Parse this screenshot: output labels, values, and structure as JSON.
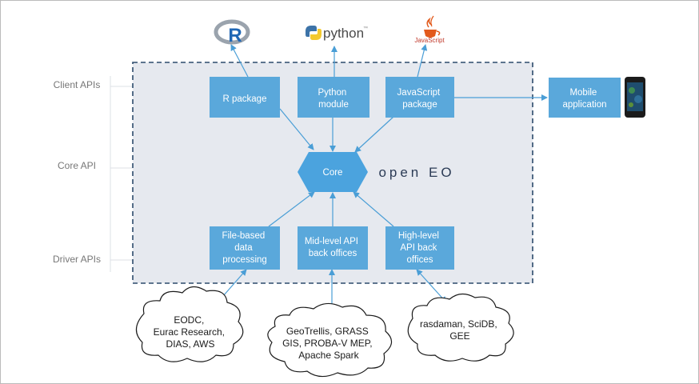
{
  "layers": {
    "client": "Client APIs",
    "core": "Core API",
    "driver": "Driver APIs"
  },
  "brand": "open EO",
  "logos": {
    "r": "R",
    "python": "python",
    "javascript": "JavaScript"
  },
  "boxes": {
    "r_package": [
      "R package"
    ],
    "python_module": [
      "Python",
      "module"
    ],
    "js_package": [
      "JavaScript",
      "package"
    ],
    "mobile": [
      "Mobile",
      "application"
    ],
    "core": [
      "Core"
    ],
    "file_based": [
      "File-based",
      "data",
      "processing"
    ],
    "mid_level": [
      "Mid-level API",
      "back offices"
    ],
    "high_level": [
      "High-level",
      "API back",
      "offices"
    ]
  },
  "clouds": {
    "eodc": [
      "EODC,",
      "Eurac Research,",
      "DIAS, AWS"
    ],
    "geotrellis": [
      "GeoTrellis, GRASS",
      "GIS, PROBA-V MEP,",
      "Apache Spark"
    ],
    "rasdaman": [
      "rasdaman, SciDB,",
      "GEE"
    ]
  },
  "colors": {
    "box": "#5aa8db",
    "arrow": "#4a9ed6",
    "panel": "#e6e9ef",
    "panel_border": "#2c4a6b",
    "core": "#4ba3de"
  },
  "icons": [
    "r-logo-icon",
    "python-logo-icon",
    "javascript-logo-icon",
    "smartphone-icon"
  ]
}
